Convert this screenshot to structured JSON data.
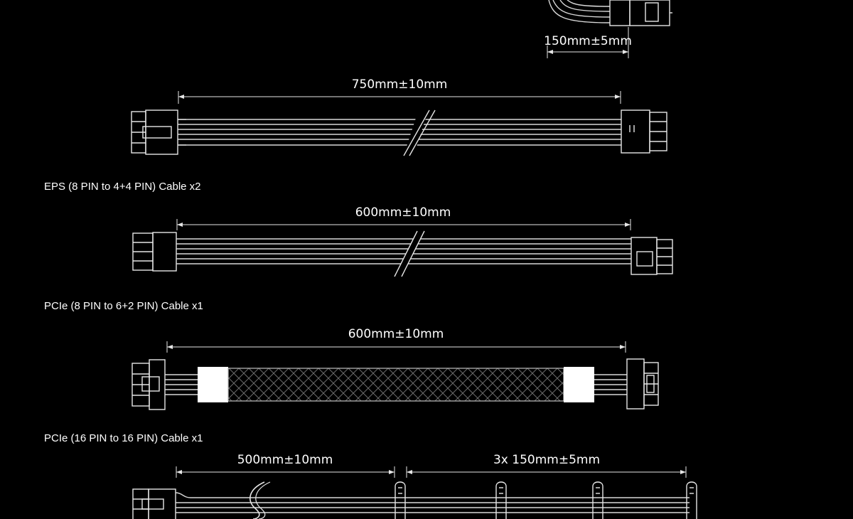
{
  "colors": {
    "background": "#000000",
    "line": "#e6e6e6",
    "text": "#ffffff"
  },
  "dimensions": {
    "top_stub": "150mm±5mm",
    "cable_1": "750mm±10mm",
    "eps": "600mm±10mm",
    "pcie_8pin": "600mm±10mm",
    "pcie_16pin_main": "500mm±10mm",
    "pcie_16pin_branches": "3x 150mm±5mm"
  },
  "labels": {
    "eps": "EPS (8 PIN to 4+4 PIN) Cable x2",
    "pcie_8pin": "PCIe (8 PIN to 6+2 PIN) Cable x1",
    "pcie_16pin": "PCIe (16 PIN to 16 PIN) Cable x1"
  }
}
